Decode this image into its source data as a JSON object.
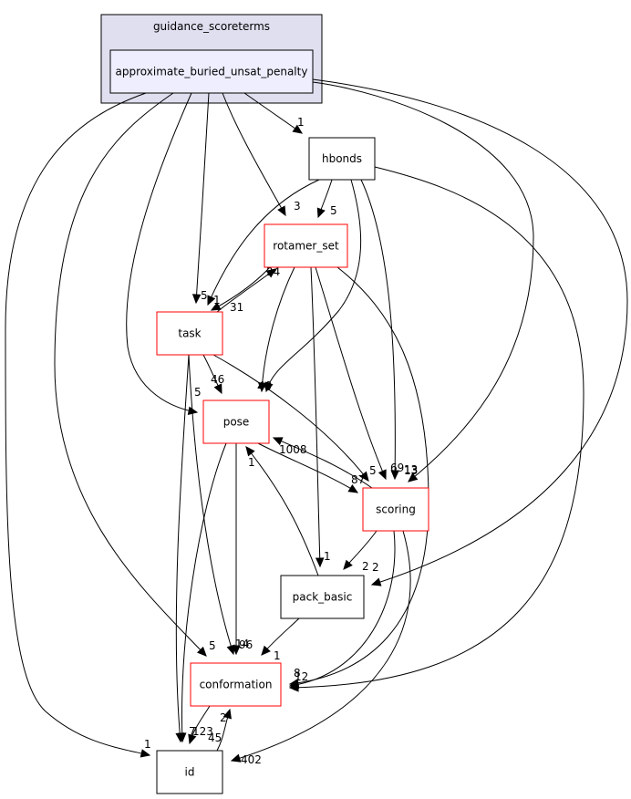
{
  "cluster": {
    "label": "guidance_scoreterms",
    "fill": "#dfdff0",
    "stroke": "#000000"
  },
  "nodes": {
    "approximate_buried_unsat_penalty": {
      "label": "approximate_buried_unsat_penalty",
      "border": "#000000",
      "fill": "#eeeeff"
    },
    "hbonds": {
      "label": "hbonds",
      "border": "#000000",
      "fill": "#ffffff"
    },
    "rotamer_set": {
      "label": "rotamer_set",
      "border": "#ff0000",
      "fill": "#ffffff"
    },
    "task": {
      "label": "task",
      "border": "#ff0000",
      "fill": "#ffffff"
    },
    "pose": {
      "label": "pose",
      "border": "#ff0000",
      "fill": "#ffffff"
    },
    "scoring": {
      "label": "scoring",
      "border": "#ff0000",
      "fill": "#ffffff"
    },
    "pack_basic": {
      "label": "pack_basic",
      "border": "#000000",
      "fill": "#ffffff"
    },
    "conformation": {
      "label": "conformation",
      "border": "#ff0000",
      "fill": "#ffffff"
    },
    "id": {
      "label": "id",
      "border": "#000000",
      "fill": "#ffffff"
    }
  },
  "edges": [
    {
      "from": "approximate_buried_unsat_penalty",
      "to": "hbonds",
      "label": "1"
    },
    {
      "from": "approximate_buried_unsat_penalty",
      "to": "rotamer_set",
      "label": "3"
    },
    {
      "from": "approximate_buried_unsat_penalty",
      "to": "task",
      "label": "5"
    },
    {
      "from": "approximate_buried_unsat_penalty",
      "to": "pose",
      "label": "5"
    },
    {
      "from": "approximate_buried_unsat_penalty",
      "to": "scoring",
      "label": "13"
    },
    {
      "from": "approximate_buried_unsat_penalty",
      "to": "pack_basic",
      "label": "2"
    },
    {
      "from": "approximate_buried_unsat_penalty",
      "to": "conformation",
      "label": "5"
    },
    {
      "from": "approximate_buried_unsat_penalty",
      "to": "id",
      "label": "1"
    },
    {
      "from": "hbonds",
      "to": "rotamer_set",
      "label": "5"
    },
    {
      "from": "hbonds",
      "to": "task",
      "label": "1"
    },
    {
      "from": "hbonds",
      "to": "pose",
      "label": "40"
    },
    {
      "from": "hbonds",
      "to": "scoring",
      "label": "13"
    },
    {
      "from": "hbonds",
      "to": "conformation",
      "label": "12"
    },
    {
      "from": "rotamer_set",
      "to": "task",
      "label": "31"
    },
    {
      "from": "task",
      "to": "rotamer_set",
      "label": "24"
    },
    {
      "from": "rotamer_set",
      "to": "pose",
      "label": "40"
    },
    {
      "from": "rotamer_set",
      "to": "scoring",
      "label": "69"
    },
    {
      "from": "rotamer_set",
      "to": "pack_basic",
      "label": "1"
    },
    {
      "from": "rotamer_set",
      "to": "conformation",
      "label": "8"
    },
    {
      "from": "task",
      "to": "pose",
      "label": "46"
    },
    {
      "from": "task",
      "to": "scoring",
      "label": "5"
    },
    {
      "from": "task",
      "to": "conformation",
      "label": "14"
    },
    {
      "from": "task",
      "to": "id",
      "label": "7"
    },
    {
      "from": "pose",
      "to": "scoring",
      "label": "87"
    },
    {
      "from": "scoring",
      "to": "pose",
      "label": "1008"
    },
    {
      "from": "pose",
      "to": "conformation",
      "label": "96"
    },
    {
      "from": "pose",
      "to": "id",
      "label": "123"
    },
    {
      "from": "scoring",
      "to": "pack_basic",
      "label": "2"
    },
    {
      "from": "scoring",
      "to": "conformation",
      "label": "9"
    },
    {
      "from": "scoring",
      "to": "id",
      "label": "402"
    },
    {
      "from": "pack_basic",
      "to": "pose",
      "label": "1"
    },
    {
      "from": "pack_basic",
      "to": "conformation",
      "label": "1"
    },
    {
      "from": "conformation",
      "to": "id",
      "label": "45"
    },
    {
      "from": "id",
      "to": "conformation",
      "label": "2"
    }
  ]
}
